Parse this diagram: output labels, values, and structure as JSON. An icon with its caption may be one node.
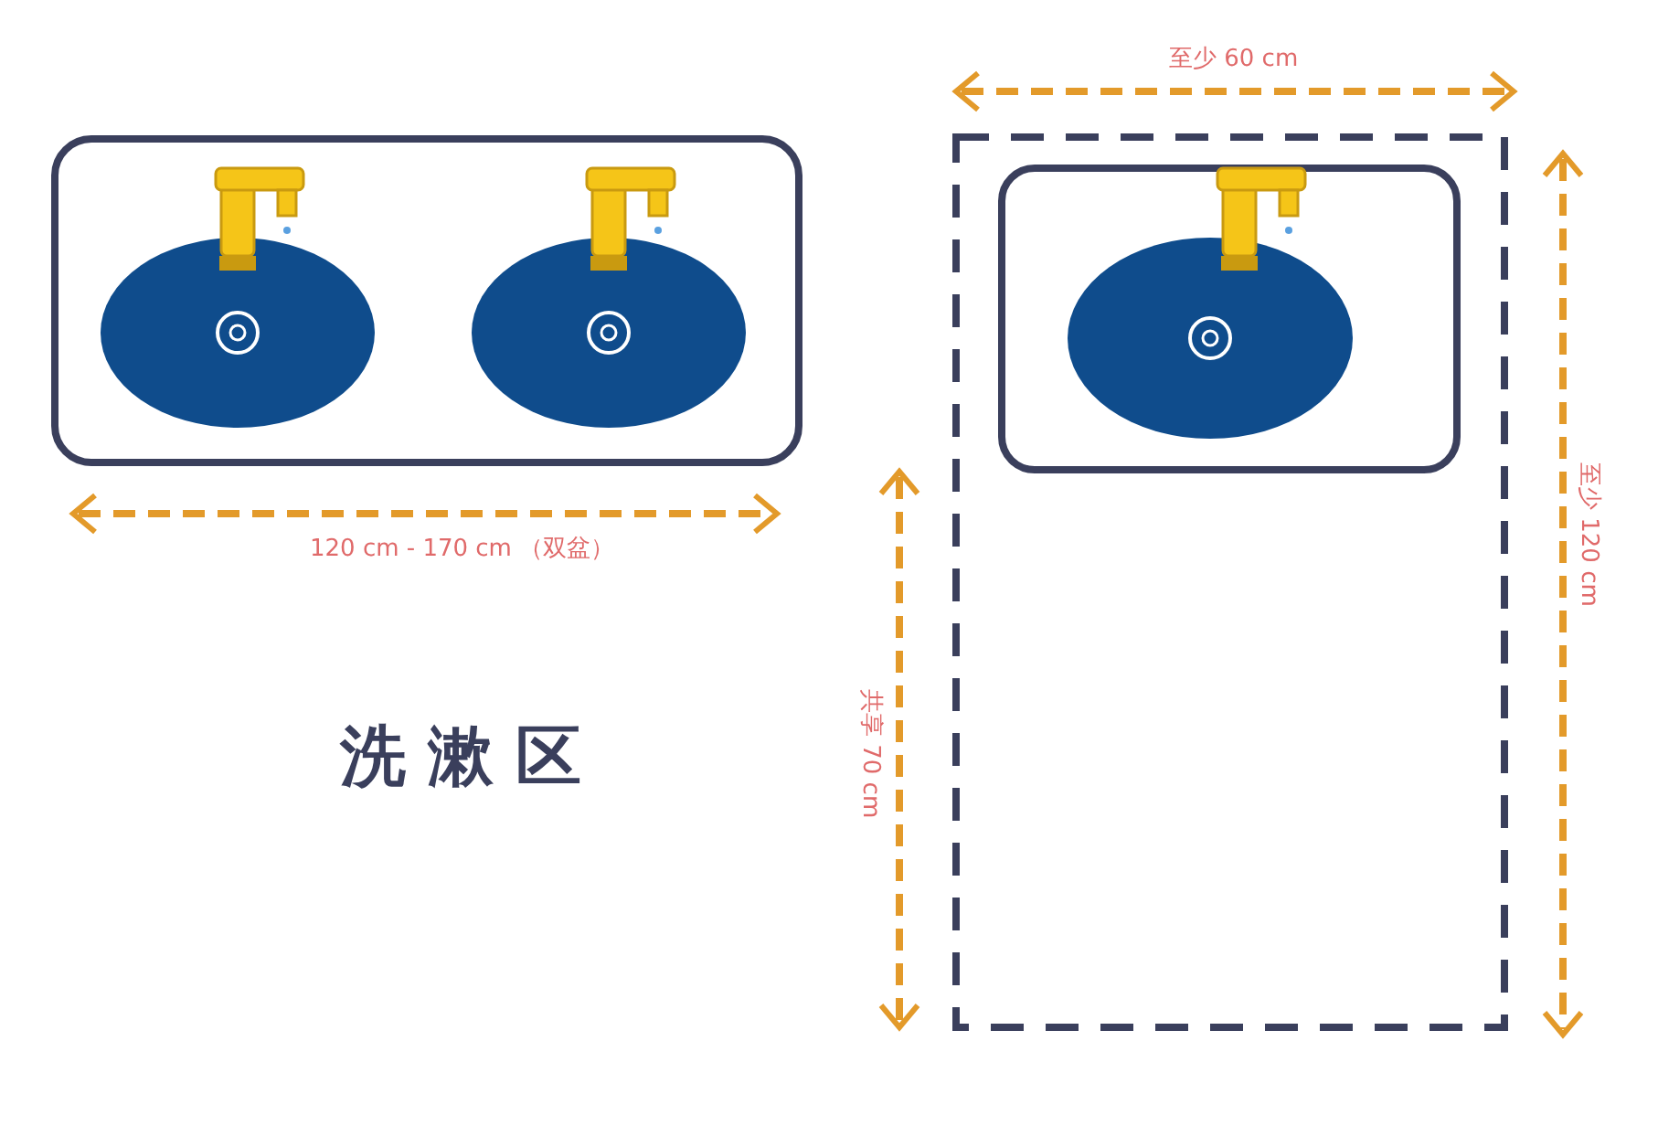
{
  "diagram": {
    "title": "洗漱区",
    "labels": [
      "至少 60 cm",
      "120 cm - 170 cm （双盆）",
      "共享 70 cm",
      "至少 120 cm"
    ]
  }
}
